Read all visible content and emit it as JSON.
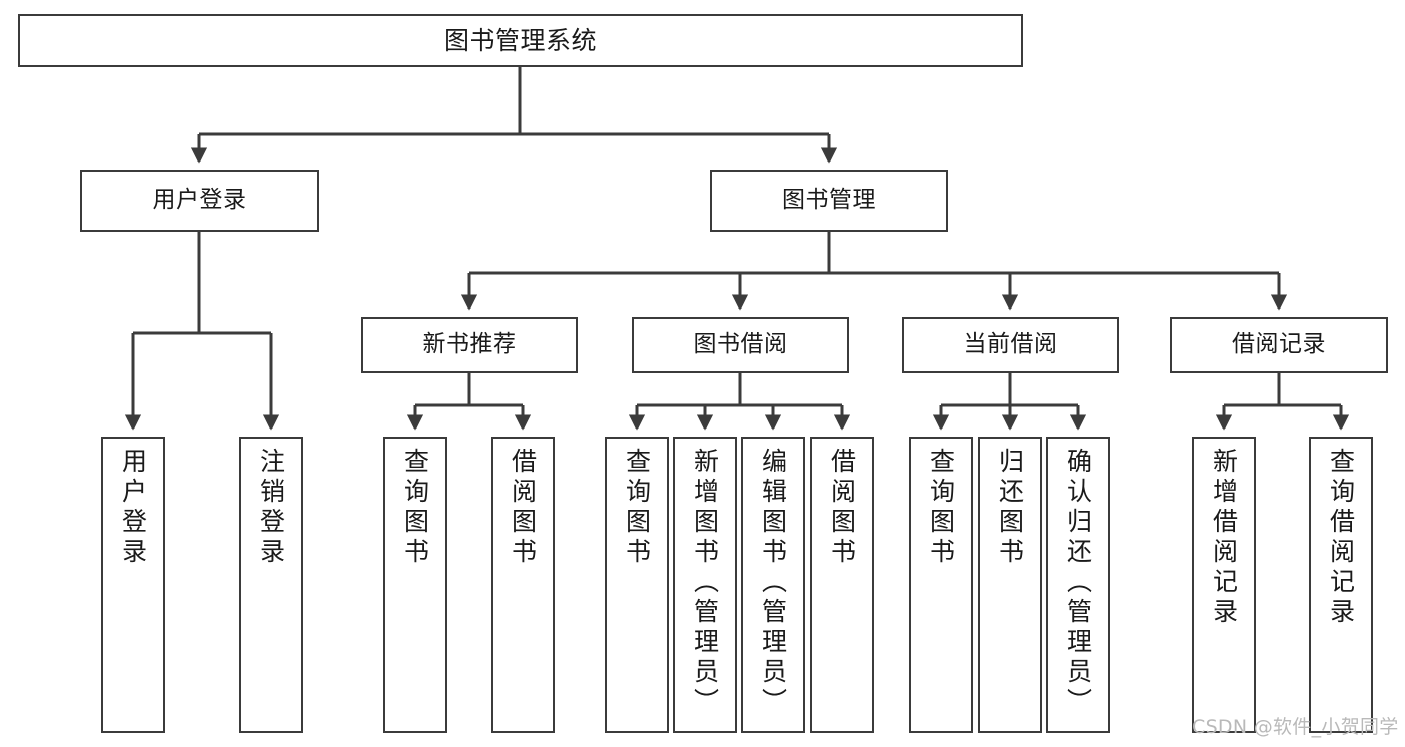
{
  "diagram": {
    "type": "tree",
    "title": "图书管理系统",
    "stroke_color": "#3b3b3b",
    "text_color": "#1a1a1a",
    "background": "#ffffff",
    "watermark": "CSDN @软件_小贺同学"
  },
  "root": {
    "label": "图书管理系统"
  },
  "level2": [
    {
      "label": "用户登录"
    },
    {
      "label": "图书管理"
    }
  ],
  "level3": [
    {
      "label": "新书推荐"
    },
    {
      "label": "图书借阅"
    },
    {
      "label": "当前借阅"
    },
    {
      "label": "借阅记录"
    }
  ],
  "leaves": {
    "user_login": [
      {
        "label": "用户登录"
      },
      {
        "label": "注销登录"
      }
    ],
    "new_books": [
      {
        "label": "查询图书"
      },
      {
        "label": "借阅图书"
      }
    ],
    "borrow": [
      {
        "label": "查询图书"
      },
      {
        "label": "新增图书（管理员）"
      },
      {
        "label": "编辑图书（管理员）"
      },
      {
        "label": "借阅图书"
      }
    ],
    "current": [
      {
        "label": "查询图书"
      },
      {
        "label": "归还图书"
      },
      {
        "label": "确认归还（管理员）"
      }
    ],
    "records": [
      {
        "label": "新增借阅记录"
      },
      {
        "label": "查询借阅记录"
      }
    ]
  }
}
